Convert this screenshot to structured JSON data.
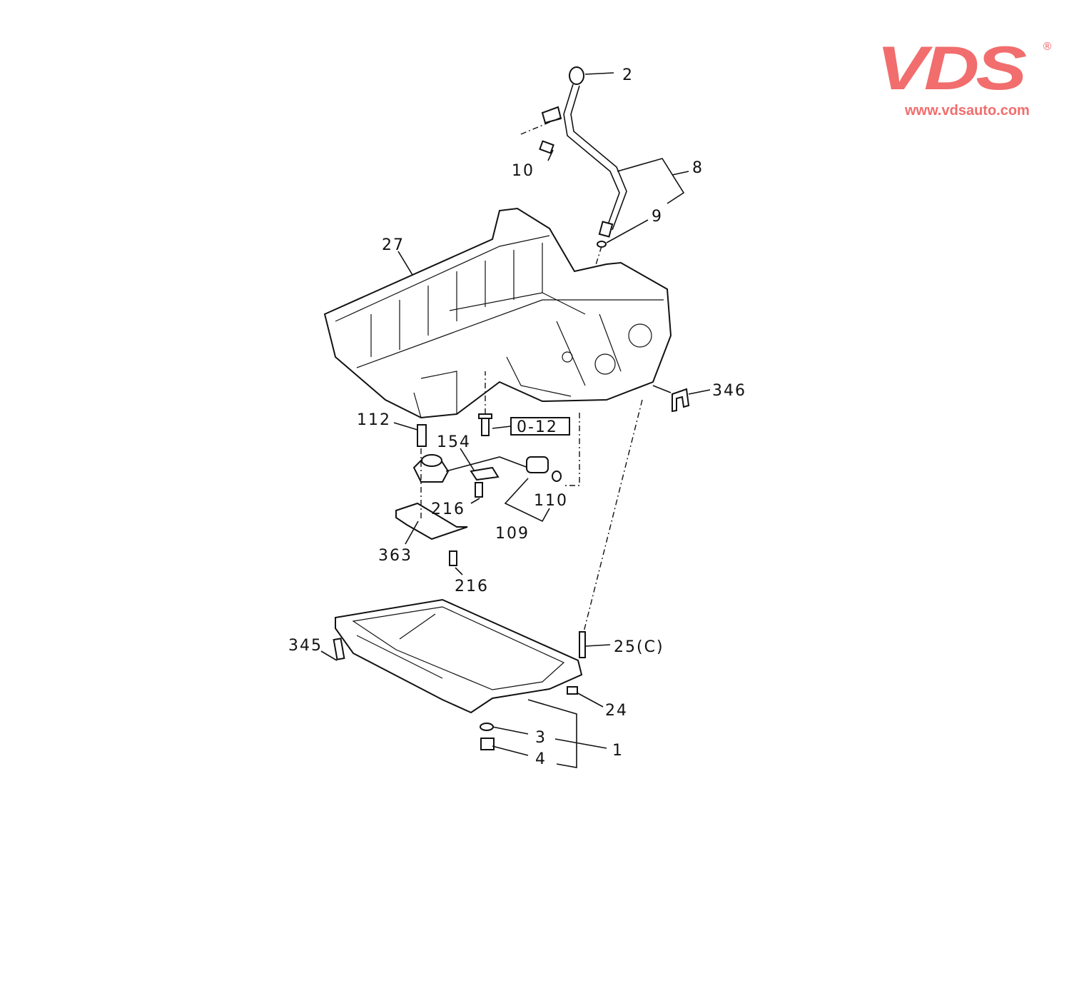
{
  "logo": {
    "brand": "VDS",
    "registered": "®",
    "url": "www.vdsauto.com",
    "color": "#f26d6d"
  },
  "callouts": {
    "c2": "2",
    "c10": "10",
    "c8": "8",
    "c9": "9",
    "c27": "27",
    "c346": "346",
    "c112": "112",
    "c012": "0-12",
    "c154": "154",
    "c110": "110",
    "c216a": "216",
    "c109": "109",
    "c363": "363",
    "c216b": "216",
    "c345": "345",
    "c25": "25(C)",
    "c24": "24",
    "c3": "3",
    "c1": "1",
    "c4": "4"
  }
}
